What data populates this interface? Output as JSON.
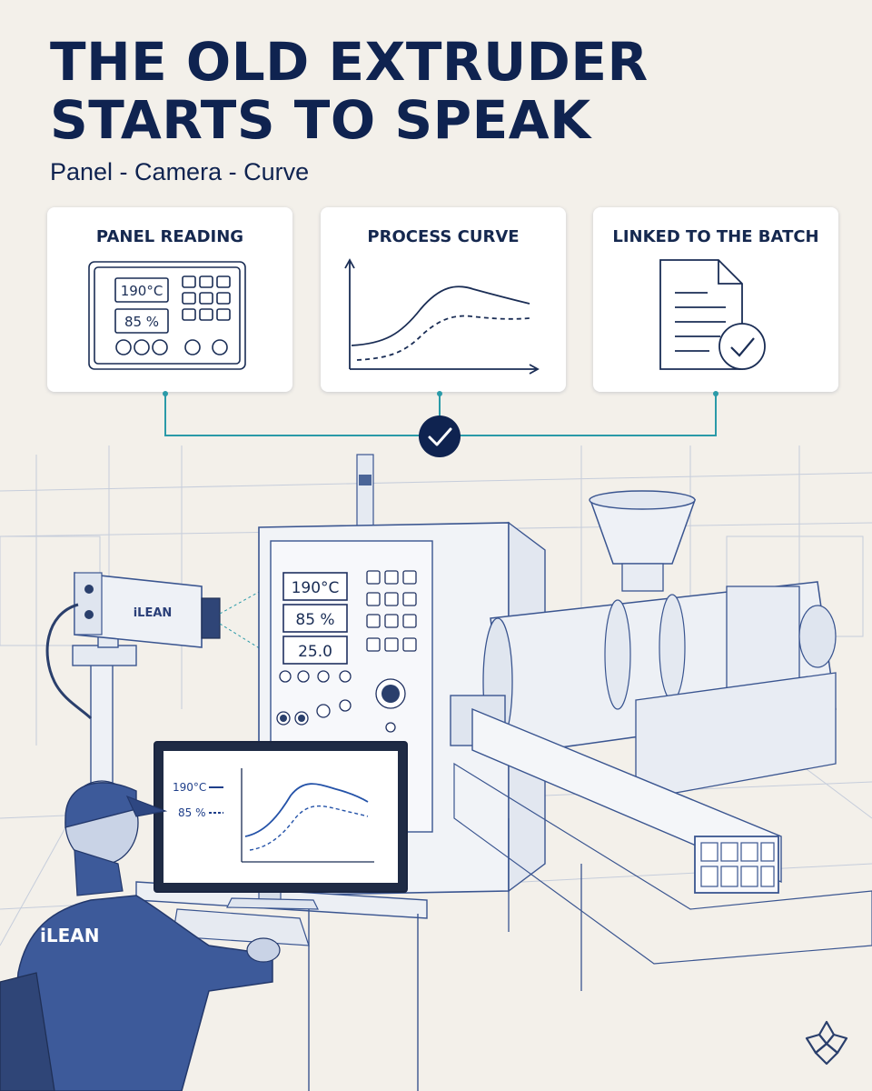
{
  "headline": {
    "line1": "THE OLD EXTRUDER",
    "line2": "STARTS TO SPEAK"
  },
  "subtitle": "Panel - Camera - Curve",
  "cards": [
    {
      "title": "PANEL READING",
      "icon": "control-panel-icon",
      "panel_values": [
        "190°C",
        "85 %"
      ]
    },
    {
      "title": "PROCESS CURVE",
      "icon": "line-graph-icon"
    },
    {
      "title": "LINKED TO THE BATCH",
      "icon": "document-check-icon"
    }
  ],
  "connector": {
    "icon": "checkmark-icon",
    "color": "#2a9aa8"
  },
  "scene": {
    "camera_brand": "iLEAN",
    "machine_display": [
      "190°C",
      "85 %",
      "25.0"
    ],
    "monitor_legend": [
      "190°C",
      "85 %"
    ],
    "worker_jacket_brand": "iLEAN"
  },
  "footer": {
    "logo": "ilean-logo-icon"
  },
  "colors": {
    "navy": "#0f2350",
    "teal": "#2a9aa8",
    "background": "#f3f0ea",
    "sketch": "#3a5590"
  }
}
